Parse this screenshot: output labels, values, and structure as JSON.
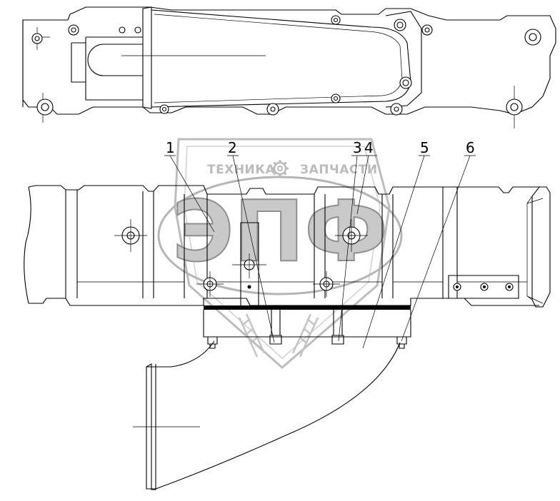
{
  "callouts": [
    "1",
    "2",
    "3",
    "4",
    "5",
    "6"
  ],
  "watermark": {
    "line_left": "ТЕХНИКА",
    "line_right": "ЗАПЧАСТИ",
    "monogram": "ЭПФ",
    "color": "#bdbdbd"
  },
  "colors": {
    "line": "#000000",
    "background": "#ffffff"
  }
}
